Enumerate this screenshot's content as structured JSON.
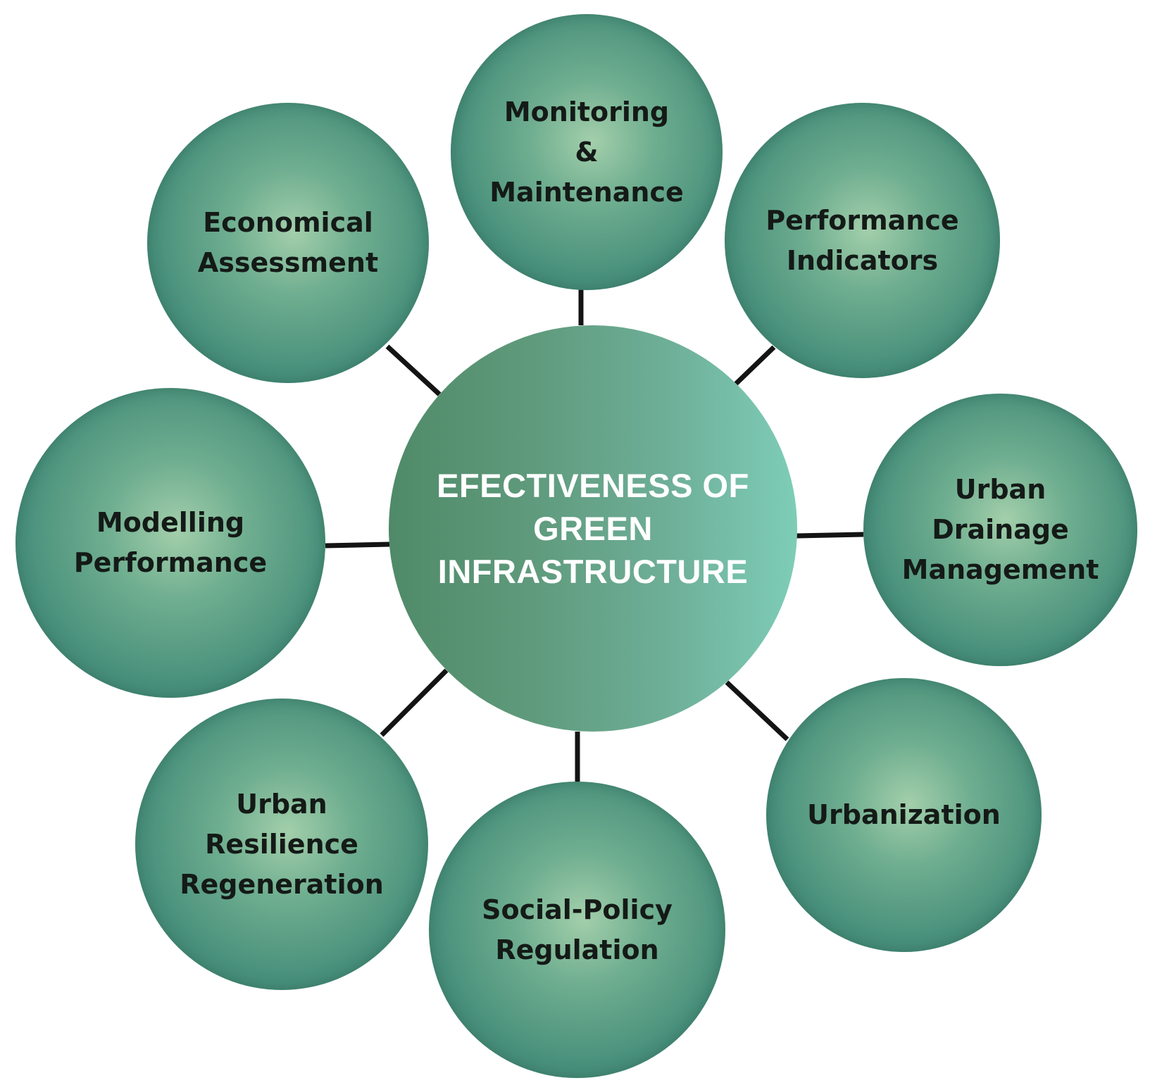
{
  "center": {
    "label": "EFECTIVENESS OF\nGREEN\nINFRASTRUCTURE"
  },
  "nodes": {
    "monitoring": "Monitoring\n&\nMaintenance",
    "performance_indicators": "Performance\nIndicators",
    "urban_drainage": "Urban\nDrainage\nManagement",
    "urbanization": "Urbanization",
    "social_policy": "Social-Policy\nRegulation",
    "urban_resilience": "Urban\nResilience\nRegeneration",
    "modelling": "Modelling\nPerformance",
    "economical": "Economical\nAssessment"
  },
  "colors": {
    "connector": "#141414",
    "node_text": "#141a17",
    "center_text": "#ffffff",
    "node_fill": "#4a917c"
  }
}
